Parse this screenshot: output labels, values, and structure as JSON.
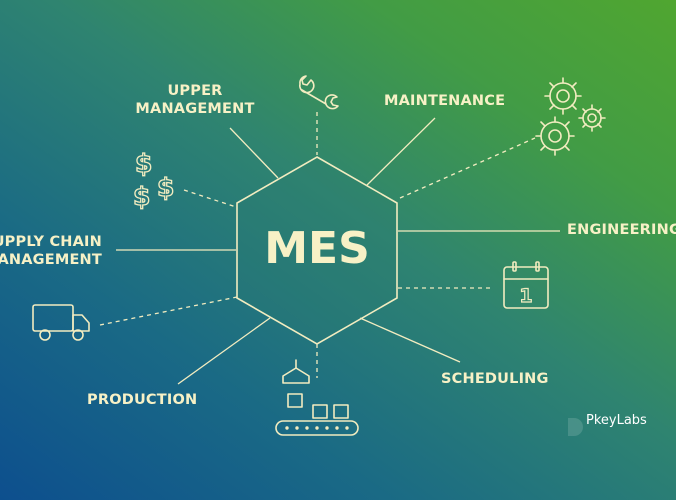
{
  "core": {
    "label": "MES"
  },
  "nodes": {
    "upper_management": "UPPER MANAGEMENT",
    "maintenance": "MAINTENANCE",
    "engineering": "ENGINEERING",
    "supply_chain": "SUPPLY CHAIN MANAGEMENT",
    "scheduling": "SCHEDULING",
    "production": "PRODUCTION"
  },
  "icons": {
    "upper_management": "wrench-icon",
    "maintenance": "gears-icon",
    "finance": "dollar-signs-icon",
    "supply_chain": "truck-icon",
    "scheduling": "calendar-icon",
    "production": "conveyor-icon"
  },
  "calendar_day": "1",
  "finance_symbol": "$",
  "brand": {
    "name": "PkeyLabs"
  },
  "colors": {
    "line": "#f2ecc0",
    "text": "#f7f1c6",
    "gradient_start": "#0d4f8e",
    "gradient_end": "#50a630"
  }
}
